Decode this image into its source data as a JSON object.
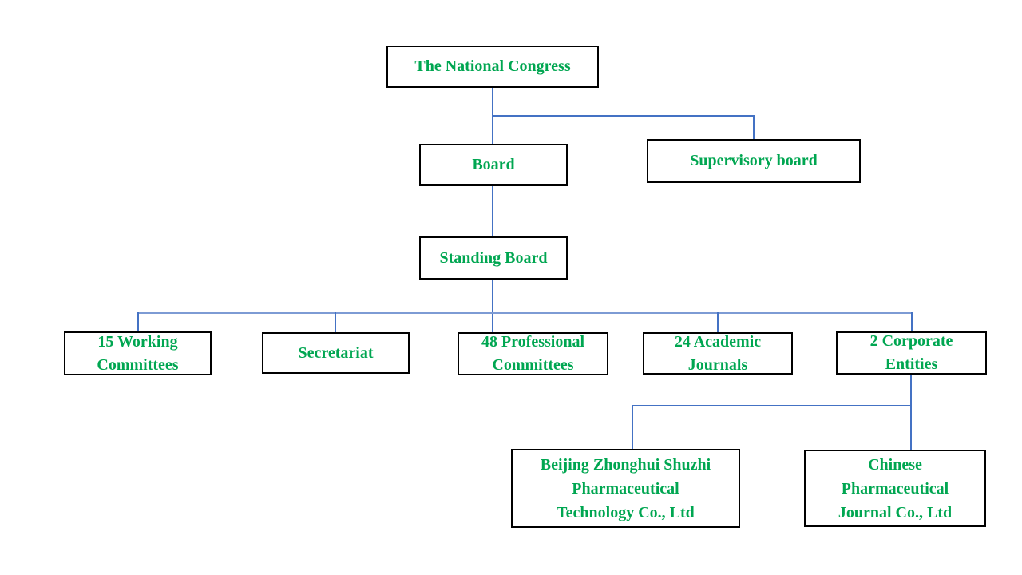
{
  "diagram": {
    "type": "org-chart",
    "colors": {
      "node_text": "#00A651",
      "node_border": "#000000",
      "connector": "#4472C4",
      "background": "#FFFFFF"
    },
    "nodes": {
      "congress": {
        "label": "The National Congress"
      },
      "board": {
        "label": "Board"
      },
      "supervisory": {
        "label": "Supervisory board"
      },
      "standing_board": {
        "label": "Standing Board"
      },
      "working_committees": {
        "label": "15 Working\nCommittees"
      },
      "secretariat": {
        "label": "Secretariat"
      },
      "professional_committees": {
        "label": "48 Professional\nCommittees"
      },
      "academic_journals": {
        "label": "24 Academic\nJournals"
      },
      "corporate_entities": {
        "label": "2 Corporate\nEntities"
      },
      "beijing_company": {
        "label": "Beijing Zhonghui Shuzhi\nPharmaceutical\nTechnology Co., Ltd"
      },
      "chinese_journal": {
        "label": "Chinese\nPharmaceutical\nJournal Co., Ltd"
      }
    },
    "edges": [
      {
        "from": "congress",
        "to": "board"
      },
      {
        "from": "congress",
        "to": "supervisory"
      },
      {
        "from": "board",
        "to": "standing_board"
      },
      {
        "from": "standing_board",
        "to": "working_committees"
      },
      {
        "from": "standing_board",
        "to": "secretariat"
      },
      {
        "from": "standing_board",
        "to": "professional_committees"
      },
      {
        "from": "standing_board",
        "to": "academic_journals"
      },
      {
        "from": "standing_board",
        "to": "corporate_entities"
      },
      {
        "from": "corporate_entities",
        "to": "beijing_company"
      },
      {
        "from": "corporate_entities",
        "to": "chinese_journal"
      }
    ]
  }
}
